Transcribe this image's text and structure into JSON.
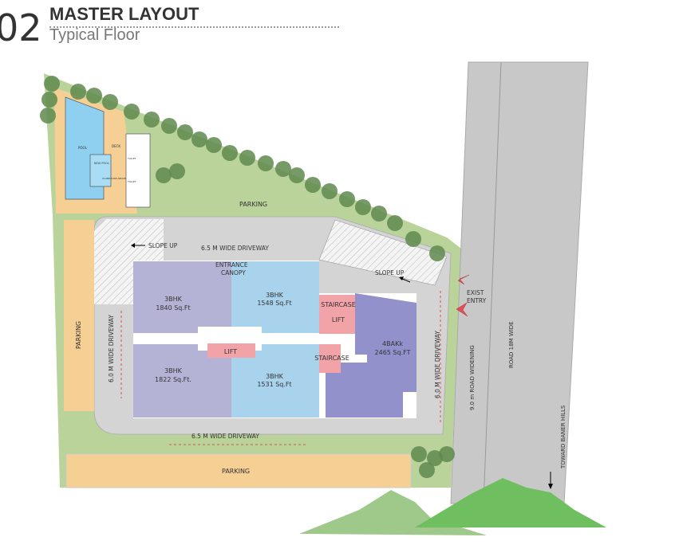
{
  "header": {
    "number": "02",
    "title": "MASTER LAYOUT",
    "subtitle": "Typical Floor"
  },
  "amenities": {
    "pool": "POOL",
    "deck": "DECK",
    "kids_pool": "KIDS POOL",
    "clubhouse": "CLUBHOUSE ABOVE",
    "toilet1": "TOILET",
    "toilet2": "TOILET"
  },
  "labels": {
    "parking_top": "PARKING",
    "parking_left": "PARKING",
    "parking_bottom": "PARKING",
    "slope_up_left": "SLOPE UP",
    "slope_up_right": "SLOPE UP",
    "driveway_top": "6.5 M WIDE DRIVEWAY",
    "driveway_bottom": "6.5 M WIDE DRIVEWAY",
    "driveway_left": "6.0 M WIDE DRIVEWAY",
    "driveway_right": "6.0 M WIDE DRIVEWAY",
    "entrance": "ENTRANCE",
    "canopy": "CANOPY",
    "exit_entry_1": "EXIST",
    "exit_entry_2": "ENTRY",
    "road_widening": "9.0 m ROAD WIDENING",
    "road": "ROAD 18M WIDE",
    "toward": "TOWARD BANER HILLS"
  },
  "units": [
    {
      "type": "3BHK",
      "area": "1840 Sq.Ft"
    },
    {
      "type": "3BHK",
      "area": "1548 Sq.Ft"
    },
    {
      "type": "3BHK",
      "area": "1822 Sq.Ft."
    },
    {
      "type": "3BHK",
      "area": "1531 Sq.Ft"
    },
    {
      "type": "4BAKk",
      "area": "2465 Sq.FT"
    }
  ],
  "core": {
    "lift_center": "LIFT",
    "lift_right": "LIFT",
    "staircase_top": "STAIRCASE",
    "staircase_bottom": "STAIRCASE"
  },
  "colors": {
    "green": "#b9d39a",
    "orange": "#f6cf94",
    "road": "#c8c8c8",
    "unit_lav": "#b4b3d6",
    "unit_blue": "#a9d3ec",
    "unit_purple": "#9291cb",
    "core": "#f2a3a8"
  }
}
